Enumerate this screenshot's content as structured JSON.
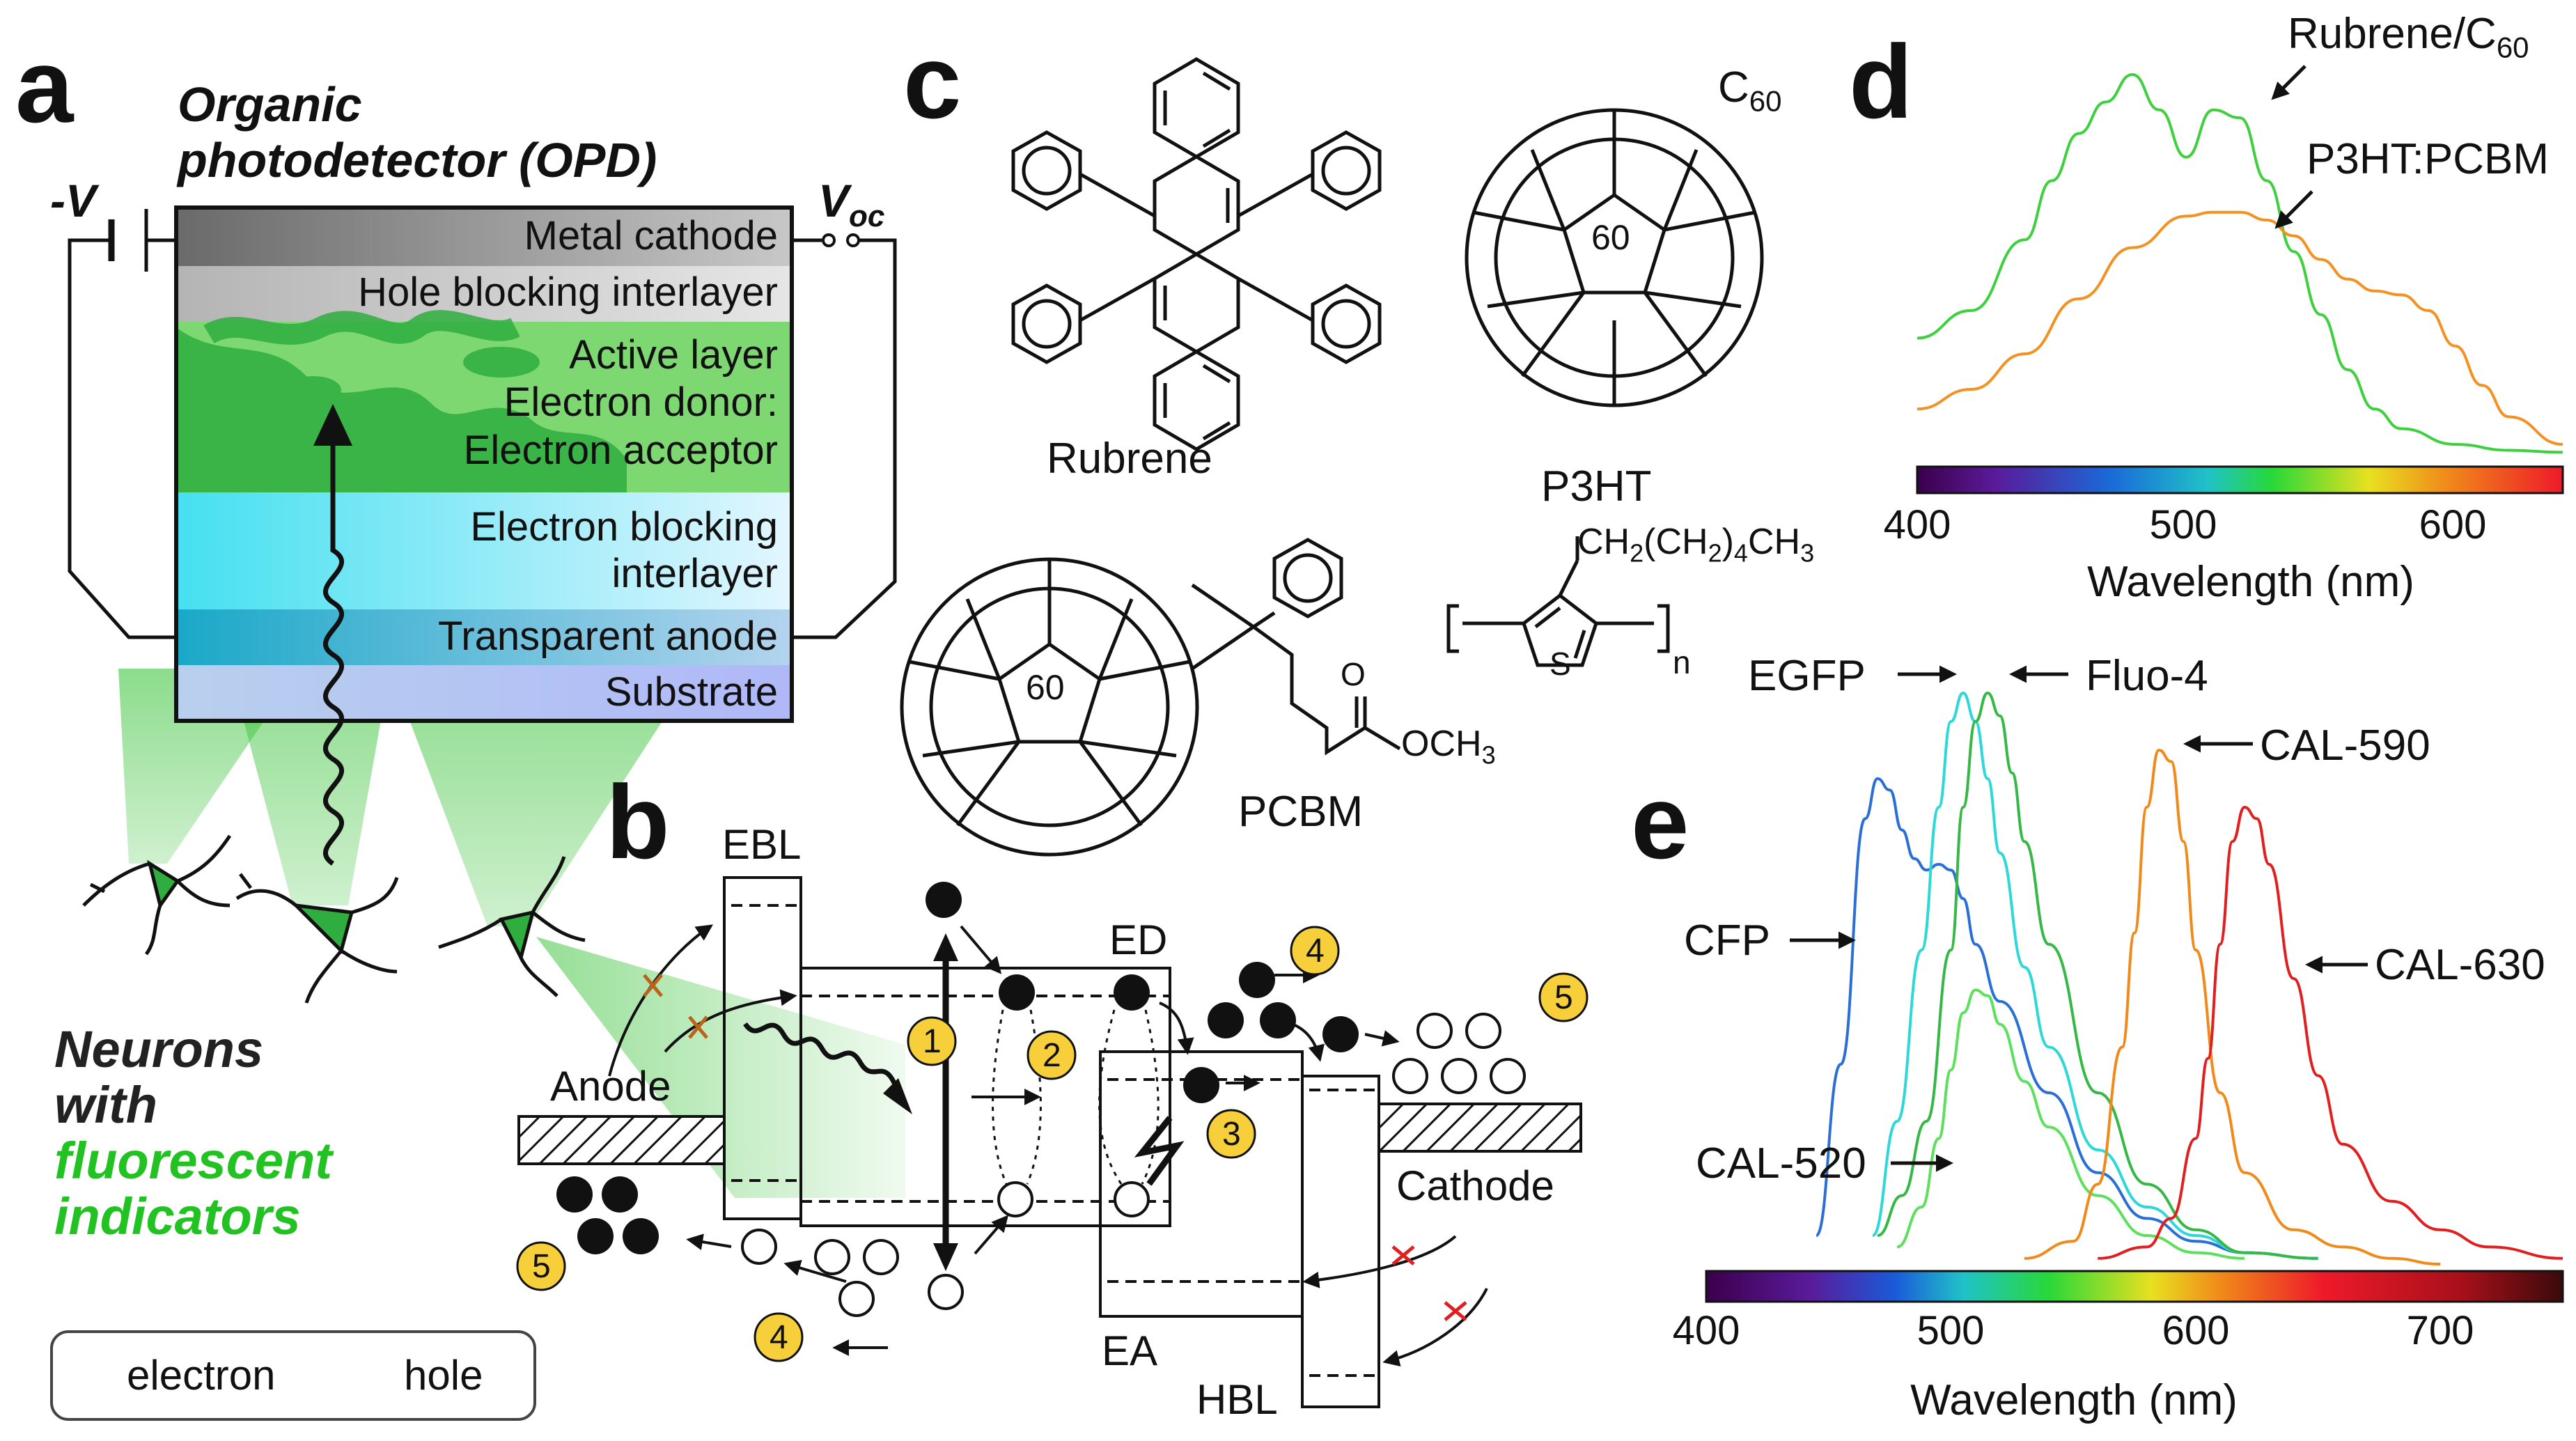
{
  "panel_labels": {
    "a": "a",
    "b": "b",
    "c": "c",
    "d": "d",
    "e": "e"
  },
  "opd": {
    "title_line1": "Organic",
    "title_line2": "photodetector (OPD)",
    "bias_label": "-V",
    "voc_label_main": "V",
    "voc_label_sub": "oc",
    "layers": [
      {
        "name": "Metal cathode"
      },
      {
        "name": "Hole blocking interlayer"
      },
      {
        "name": "Active layer"
      },
      {
        "name": "Electron donor:"
      },
      {
        "name": "Electron acceptor"
      },
      {
        "name": "Electron blocking"
      },
      {
        "name": "interlayer"
      },
      {
        "name": "Transparent anode"
      },
      {
        "name": "Substrate"
      }
    ],
    "neurons_line1": "Neurons",
    "neurons_line2": "with",
    "neurons_line3": "fluorescent",
    "neurons_line4": "indicators",
    "colors": {
      "indicator_green": "#22c222",
      "neuron_fill": "#2fae3f"
    }
  },
  "chemistry": {
    "rubrene": "Rubrene",
    "c60_main": "C",
    "c60_sub": "60",
    "c60_center": "60",
    "pcbm": "PCBM",
    "pcbm_center": "60",
    "pcbm_och3_main": "OCH",
    "pcbm_och3_sub": "3",
    "pcbm_o": "O",
    "p3ht": "P3HT",
    "p3ht_chain_parts": [
      "CH",
      "2",
      "(CH",
      "2",
      ")",
      "4",
      "CH",
      "3"
    ],
    "p3ht_s": "S",
    "p3ht_n": "n"
  },
  "band_diagram": {
    "ebl": "EBL",
    "ed": "ED",
    "ea": "EA",
    "hbl": "HBL",
    "anode": "Anode",
    "cathode": "Cathode",
    "steps": [
      "1",
      "2",
      "3",
      "4",
      "5",
      "4",
      "5"
    ],
    "legend": {
      "electron": "electron",
      "hole": "hole"
    },
    "colors": {
      "step_fill": "#f7cf3a",
      "block_x": "#b8641a",
      "cathode_x": "#e02020"
    }
  },
  "chart_data": [
    {
      "type": "line",
      "panel": "d",
      "xlabel": "Wavelength (nm)",
      "ylabel": "",
      "xlim": [
        400,
        640
      ],
      "ylim": [
        0,
        1.0
      ],
      "xticks": [
        400,
        500,
        600
      ],
      "grid": false,
      "colorbar": "visible spectrum",
      "series": [
        {
          "name": "Rubrene/C60",
          "label_main": "Rubrene/C",
          "label_sub": "60",
          "color": "#3fd03f",
          "x": [
            400,
            420,
            440,
            450,
            460,
            470,
            480,
            490,
            500,
            510,
            520,
            530,
            540,
            550,
            560,
            570,
            580,
            600,
            620,
            640
          ],
          "y": [
            0.3,
            0.37,
            0.55,
            0.7,
            0.82,
            0.9,
            0.97,
            0.88,
            0.76,
            0.88,
            0.86,
            0.7,
            0.52,
            0.36,
            0.22,
            0.12,
            0.07,
            0.03,
            0.015,
            0.01
          ]
        },
        {
          "name": "P3HT:PCBM",
          "label_main": "P3HT:PCBM",
          "color": "#f39222",
          "x": [
            400,
            420,
            440,
            460,
            480,
            500,
            510,
            520,
            530,
            540,
            550,
            560,
            570,
            580,
            590,
            600,
            610,
            620,
            640
          ],
          "y": [
            0.12,
            0.17,
            0.26,
            0.4,
            0.53,
            0.61,
            0.62,
            0.62,
            0.6,
            0.56,
            0.5,
            0.45,
            0.42,
            0.41,
            0.37,
            0.28,
            0.18,
            0.1,
            0.03
          ]
        }
      ]
    },
    {
      "type": "line",
      "panel": "e",
      "xlabel": "Wavelength (nm)",
      "ylabel": "",
      "xlim": [
        400,
        750
      ],
      "ylim": [
        0,
        1.0
      ],
      "xticks": [
        400,
        500,
        600,
        700
      ],
      "grid": false,
      "colorbar": "visible spectrum",
      "series": [
        {
          "name": "CFP",
          "color": "#2a6fd6",
          "x": [
            445,
            455,
            465,
            470,
            475,
            480,
            485,
            490,
            495,
            500,
            505,
            510,
            520,
            540,
            560,
            580,
            600,
            620,
            650
          ],
          "y": [
            0.05,
            0.35,
            0.78,
            0.85,
            0.83,
            0.76,
            0.71,
            0.69,
            0.7,
            0.69,
            0.64,
            0.56,
            0.46,
            0.3,
            0.16,
            0.08,
            0.04,
            0.02,
            0.01
          ]
        },
        {
          "name": "EGFP",
          "color": "#2fd8d8",
          "x": [
            468,
            478,
            488,
            495,
            500,
            505,
            510,
            515,
            520,
            530,
            540,
            560,
            580,
            600,
            620,
            650
          ],
          "y": [
            0.05,
            0.25,
            0.55,
            0.8,
            0.95,
            1.0,
            0.95,
            0.85,
            0.72,
            0.52,
            0.38,
            0.2,
            0.1,
            0.05,
            0.02,
            0.01
          ]
        },
        {
          "name": "Fluo-4",
          "color": "#35b845",
          "x": [
            470,
            480,
            490,
            500,
            505,
            510,
            515,
            520,
            525,
            530,
            540,
            560,
            580,
            600,
            620,
            650
          ],
          "y": [
            0.05,
            0.12,
            0.25,
            0.55,
            0.8,
            0.95,
            1.0,
            0.96,
            0.86,
            0.74,
            0.56,
            0.3,
            0.14,
            0.06,
            0.02,
            0.01
          ]
        },
        {
          "name": "CAL-520",
          "color": "#5de05d",
          "x": [
            478,
            488,
            495,
            500,
            505,
            510,
            515,
            520,
            530,
            540,
            560,
            580,
            600,
            620
          ],
          "y": [
            0.03,
            0.1,
            0.22,
            0.34,
            0.44,
            0.48,
            0.47,
            0.42,
            0.32,
            0.24,
            0.12,
            0.05,
            0.02,
            0.01
          ]
        },
        {
          "name": "CAL-590",
          "color": "#f08a1a",
          "x": [
            530,
            550,
            560,
            570,
            575,
            580,
            585,
            590,
            595,
            600,
            610,
            620,
            640,
            660,
            680,
            700
          ],
          "y": [
            0.01,
            0.04,
            0.14,
            0.38,
            0.58,
            0.8,
            0.9,
            0.88,
            0.74,
            0.55,
            0.3,
            0.16,
            0.06,
            0.03,
            0.01,
            0.0
          ]
        },
        {
          "name": "CAL-630",
          "color": "#e02020",
          "x": [
            560,
            580,
            590,
            600,
            605,
            610,
            615,
            620,
            625,
            630,
            640,
            650,
            660,
            680,
            700,
            720,
            750
          ],
          "y": [
            0.01,
            0.03,
            0.08,
            0.22,
            0.36,
            0.56,
            0.74,
            0.8,
            0.78,
            0.7,
            0.5,
            0.33,
            0.21,
            0.11,
            0.06,
            0.03,
            0.01
          ]
        }
      ]
    }
  ]
}
